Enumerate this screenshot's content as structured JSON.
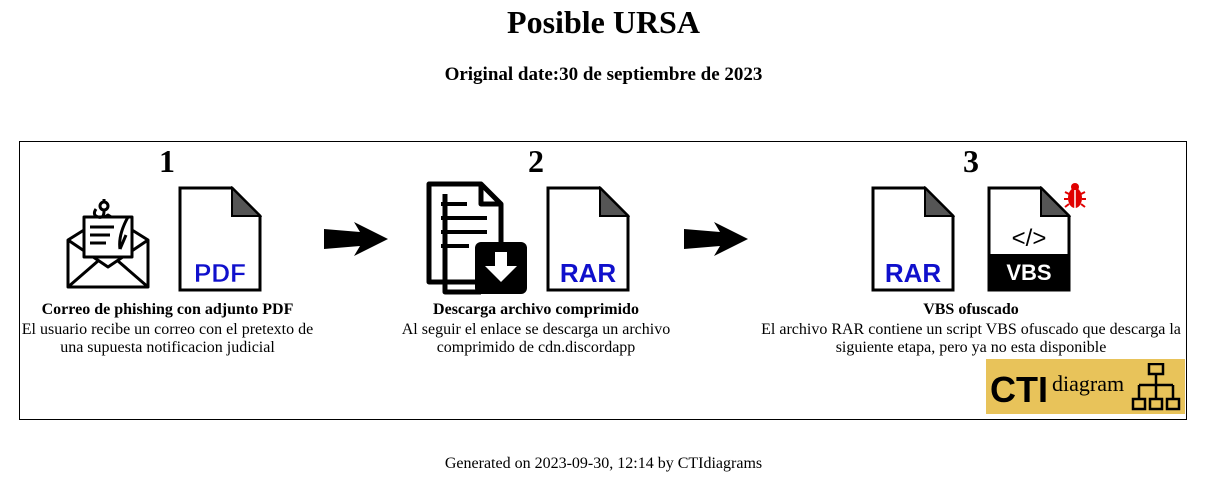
{
  "header": {
    "title": "Posible URSA",
    "subtitle": "Original date:30 de septiembre de 2023"
  },
  "steps": [
    {
      "number": "1",
      "title": "Correo de phishing con adjunto PDF",
      "desc_line1": "El usuario recibe un correo con el pretexto de",
      "desc_line2": "una supuesta notificacion judicial",
      "file_label": "PDF"
    },
    {
      "number": "2",
      "title": "Descarga archivo comprimido",
      "desc_line1": "Al seguir el enlace se descarga un archivo",
      "desc_line2": "comprimido de cdn.discordapp",
      "file_label": "RAR"
    },
    {
      "number": "3",
      "title": "VBS ofuscado",
      "desc_line1": "El archivo RAR contiene un script VBS ofuscado que descarga la",
      "desc_line2": "siguiente etapa, pero ya no esta disponible",
      "file_label": "RAR",
      "script_tag": "</>",
      "script_label": "VBS"
    }
  ],
  "brand": {
    "cti": "CTI",
    "diagram": "diagram"
  },
  "footer": {
    "text": "Generated on 2023-09-30, 12:14 by CTIdiagrams"
  },
  "colors": {
    "file_label": "#1010cc",
    "bug": "#e00000",
    "brand_bg": "#e8c35a"
  }
}
